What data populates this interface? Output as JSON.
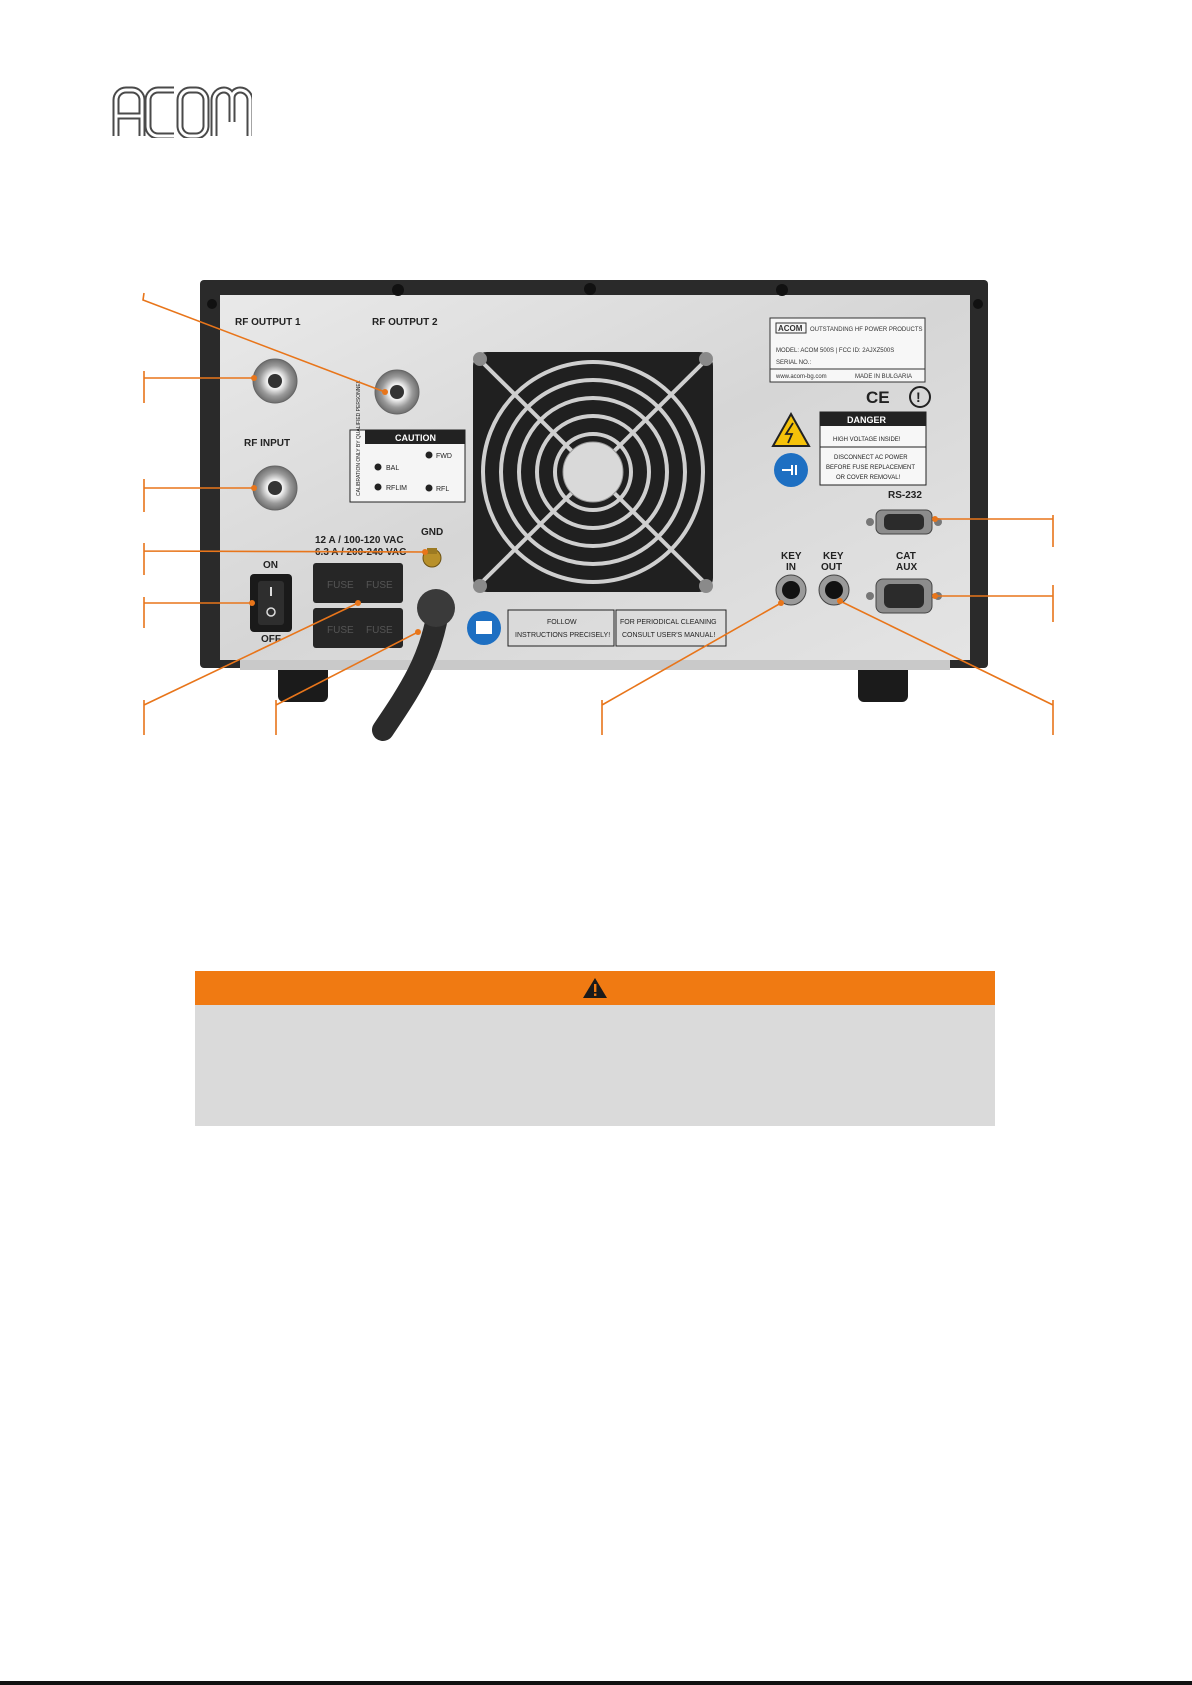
{
  "brand": {
    "logo_text": "ACOM",
    "accent": "#f07a12"
  },
  "panel": {
    "rf_output_1": "RF OUTPUT 1",
    "rf_output_2": "RF OUTPUT 2",
    "rf_input": "RF INPUT",
    "caution": "CAUTION",
    "caution_side": "CALIBRATION ONLY BY QUALIFIED PERSONNEL",
    "bal": "BAL",
    "rflim": "RFLIM",
    "fwd": "FWD",
    "rfl": "RFL",
    "fuse_line1": "12 A / 100-120 VAC",
    "fuse_line2": "6.3 A / 200-240 VAC",
    "gnd": "GND",
    "on": "ON",
    "off": "OFF",
    "fuse": "FUSE",
    "rs232": "RS-232",
    "key_in_1": "KEY",
    "key_in_2": "IN",
    "key_out_1": "KEY",
    "key_out_2": "OUT",
    "cat": "CAT",
    "aux": "AUX",
    "plate_brand": "ACOM",
    "plate_tagline": "OUTSTANDING HF POWER PRODUCTS",
    "plate_model": "MODEL: ACOM 500S  |  FCC ID:  2AJXZ500S",
    "plate_serial": "SERIAL  NO.:",
    "plate_web": "www.acom-bg.com",
    "plate_made": "MADE IN BULGARIA",
    "ce": "CE",
    "danger": "DANGER",
    "danger_1": "HIGH VOLTAGE INSIDE!",
    "danger_2": "DISCONNECT AC POWER",
    "danger_3": "BEFORE FUSE REPLACEMENT",
    "danger_4": "OR COVER REMOVAL!",
    "follow_1": "FOLLOW",
    "follow_2": "INSTRUCTIONS PRECISELY!",
    "clean_1": "FOR PERIODICAL CLEANING",
    "clean_2": "CONSULT USER'S MANUAL!"
  },
  "warning": {
    "icon": "warning-triangle-icon"
  }
}
